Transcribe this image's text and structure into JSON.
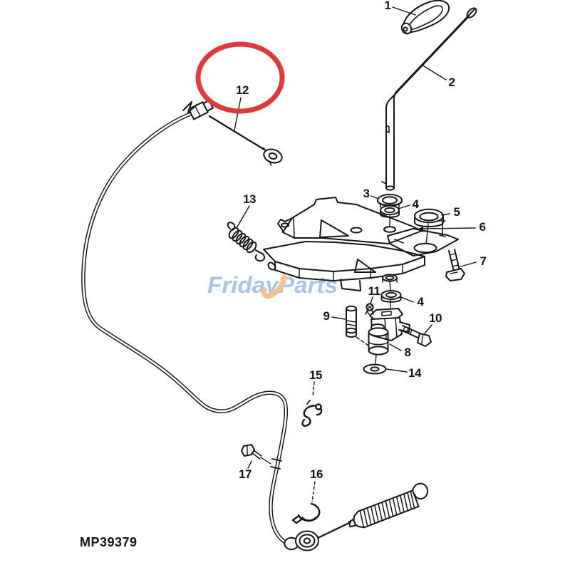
{
  "diagram": {
    "part_number_code": "MP39379",
    "watermark": {
      "text": "FridayParts",
      "blue": "#a6c3e8",
      "orange": "#f2c091"
    },
    "highlight": {
      "color": "#e23a3a",
      "circled_part": "12"
    },
    "line_color": "#161616",
    "callouts": {
      "c1": "1",
      "c2": "2",
      "c3": "3",
      "c4a": "4",
      "c4b": "4",
      "c5": "5",
      "c6": "6",
      "c7": "7",
      "c8": "8",
      "c9": "9",
      "c10": "10",
      "c11": "11",
      "c12": "12",
      "c13": "13",
      "c14": "14",
      "c15": "15",
      "c16": "16",
      "c17": "17"
    }
  }
}
